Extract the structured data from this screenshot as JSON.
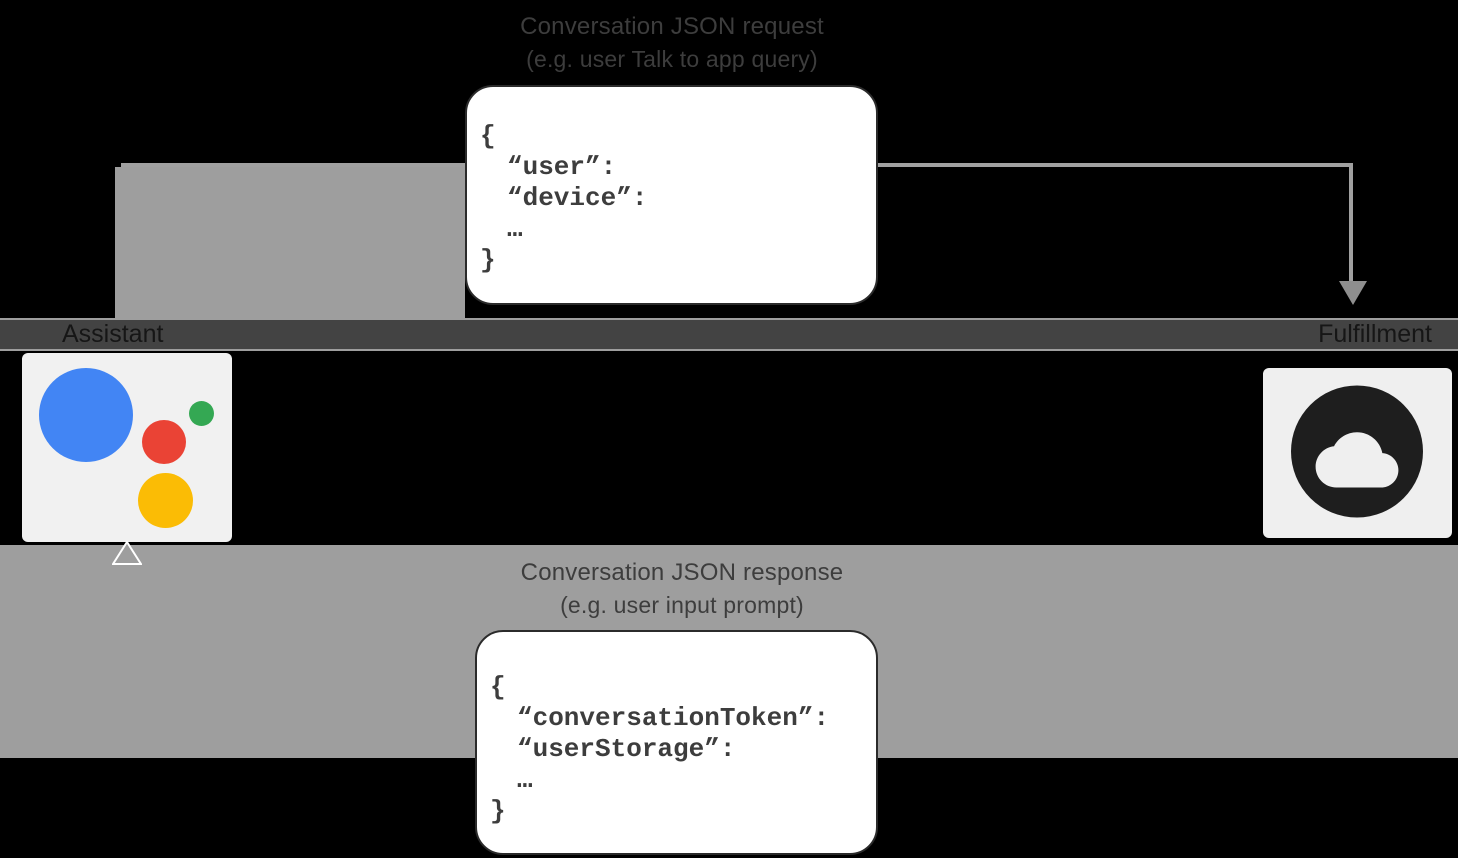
{
  "diagram": {
    "request": {
      "title": "Conversation JSON request",
      "subtitle": "(e.g. user Talk to app query)",
      "code": [
        "{",
        "“user”:",
        "“device”:",
        "…",
        "}"
      ]
    },
    "response": {
      "title": "Conversation JSON response",
      "subtitle": "(e.g. user input prompt)",
      "code": [
        "{",
        "“conversationToken”:",
        "“userStorage”:",
        "…",
        "}"
      ]
    },
    "actors": {
      "assistant": "Assistant",
      "fulfillment": "Fulfillment"
    },
    "colors": {
      "arrow_band": "#9e9e9e",
      "actor_strip": "#434343",
      "title_text": "#3d3d3d",
      "card_background": "#ffffff",
      "assistant_blue": "#4285F4",
      "assistant_red": "#EA4335",
      "assistant_green": "#34A853",
      "assistant_yellow": "#FBBC05",
      "cloud_icon": "#1e1e1e"
    }
  }
}
